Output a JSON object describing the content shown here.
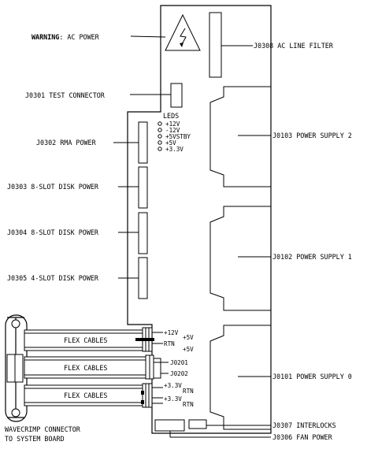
{
  "labels": {
    "warning_bold": "WARNING",
    "warning_rest": ": AC POWER",
    "j0308": "J0308 AC LINE FILTER",
    "j0301": "J0301 TEST CONNECTOR",
    "leds_title": "LEDS",
    "j0302": "J0302 RMA POWER",
    "j0303": "J0303 8-SLOT DISK POWER",
    "j0304": "J0304 8-SLOT DISK POWER",
    "j0305": "J0305 4-SLOT DISK POWER",
    "j0103": "J0103 POWER SUPPLY 2",
    "j0102": "J0102 POWER SUPPLY 1",
    "j0101": "J0101 POWER SUPPLY 0",
    "j0307": "J0307  INTERLOCKS",
    "j0306": "J0306 FAN POWER",
    "j0201": "J0201",
    "j0202": "J0202",
    "flex_top": "FLEX CABLES",
    "flex_mid": "FLEX CABLES",
    "flex_bot": "FLEX CABLES",
    "wavecrimp_line1": "WAVECRIMP CONNECTOR",
    "wavecrimp_line2": "TO SYSTEM BOARD"
  },
  "leds": [
    "+12V",
    "-12V",
    "+5VSTBY",
    "+5V",
    "+3.3V"
  ],
  "pins": {
    "p1": "+12V",
    "p2": "+5V",
    "p3": "RTN",
    "p4": "+5V",
    "p5": "+3.3V",
    "p6": "RTN",
    "p7": "+3.3V",
    "p8": "RTN"
  }
}
